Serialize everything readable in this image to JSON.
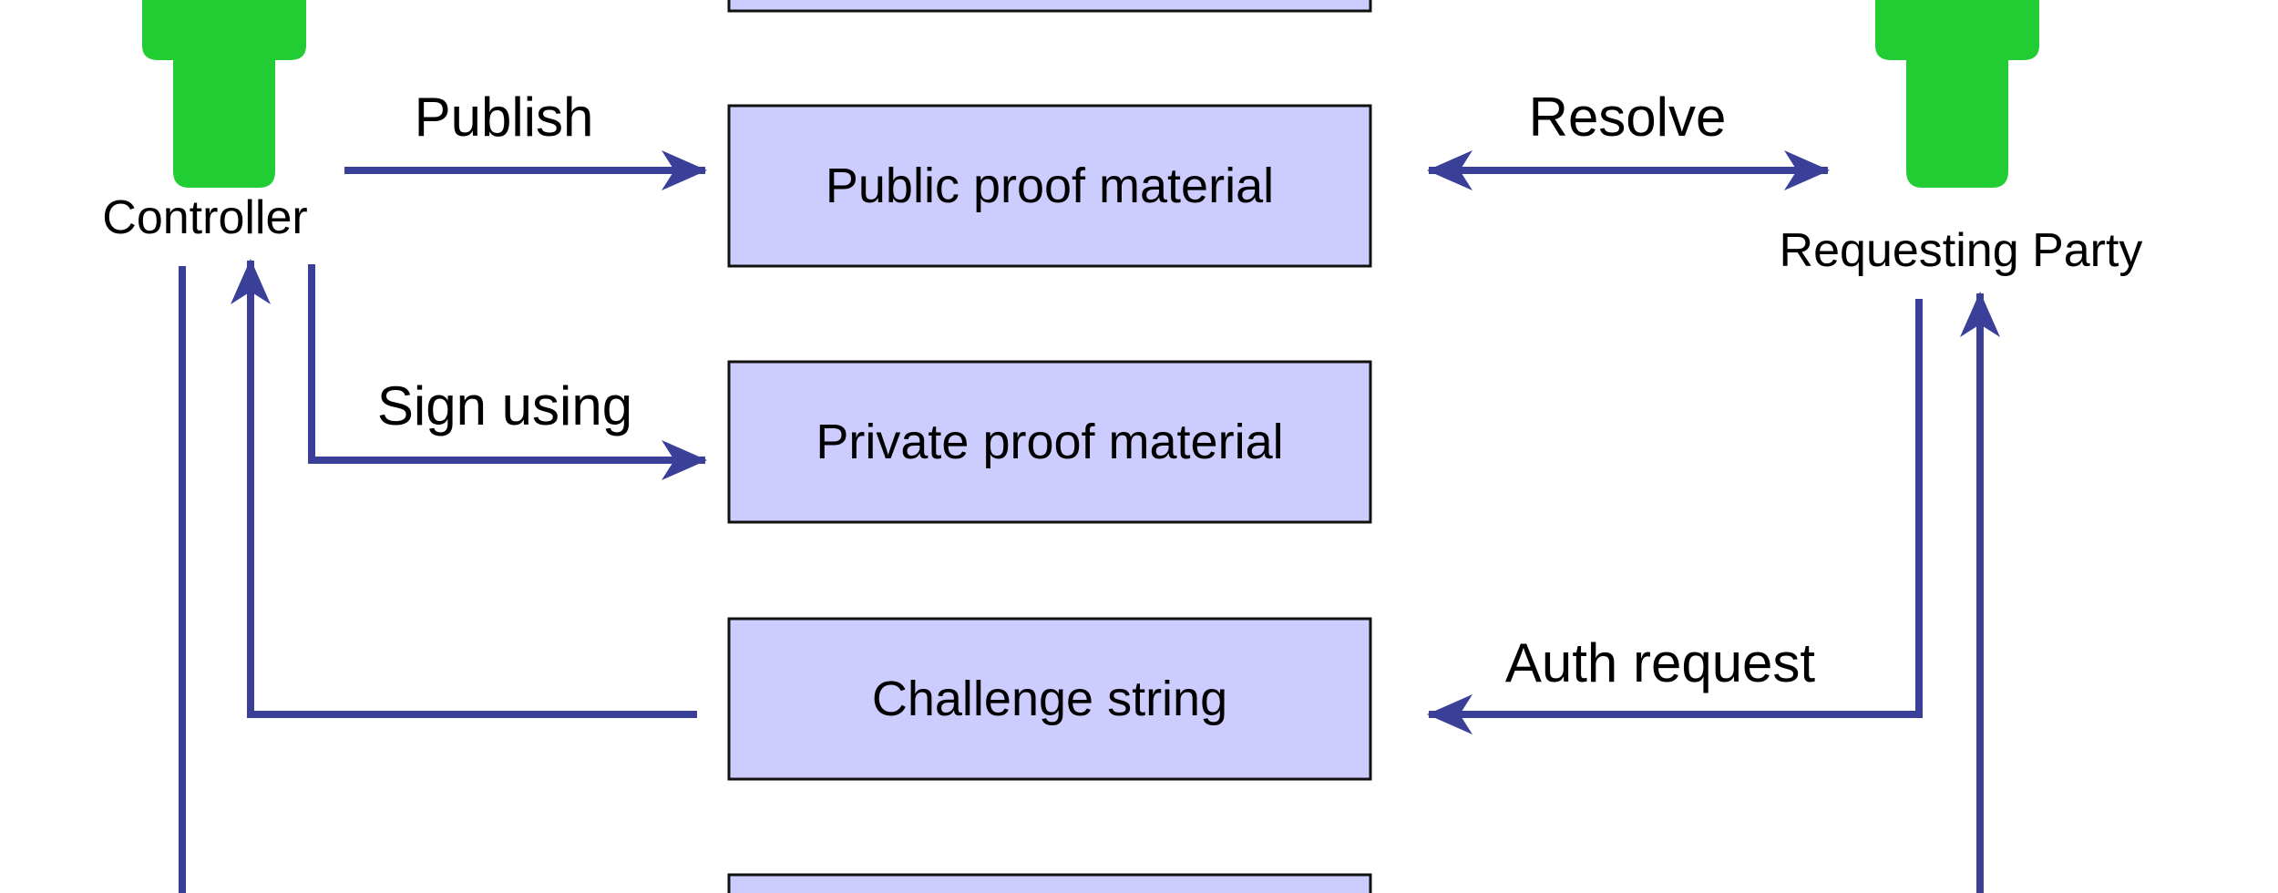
{
  "colors": {
    "actor_fill": "#22cc33",
    "box_fill": "#ccccfe",
    "box_stroke": "#111111",
    "arrow": "#3a3f98",
    "text": "#000000"
  },
  "actors": {
    "controller": {
      "label": "Controller",
      "icon": "person-icon"
    },
    "requesting_party": {
      "label": "Requesting Party",
      "icon": "person-icon"
    }
  },
  "boxes": {
    "public_proof": "Public proof material",
    "private_proof": "Private proof material",
    "challenge": "Challenge string"
  },
  "edges": {
    "publish": "Publish",
    "resolve": "Resolve",
    "sign_using": "Sign using",
    "auth_request": "Auth request"
  }
}
